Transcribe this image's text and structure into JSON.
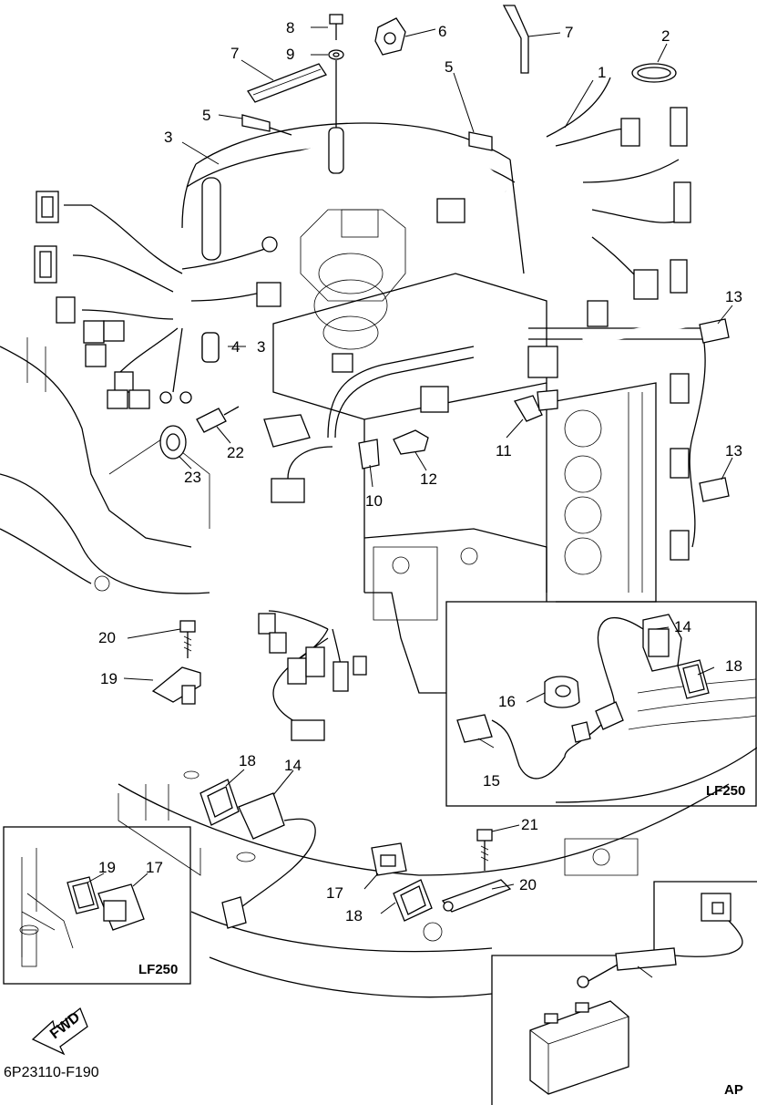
{
  "callouts": [
    {
      "id": "c1",
      "text": "1"
    },
    {
      "id": "c2",
      "text": "2"
    },
    {
      "id": "c3a",
      "text": "3"
    },
    {
      "id": "c3b",
      "text": "3"
    },
    {
      "id": "c4",
      "text": "4"
    },
    {
      "id": "c5a",
      "text": "5"
    },
    {
      "id": "c5b",
      "text": "5"
    },
    {
      "id": "c6",
      "text": "6"
    },
    {
      "id": "c7a",
      "text": "7"
    },
    {
      "id": "c7b",
      "text": "7"
    },
    {
      "id": "c8",
      "text": "8"
    },
    {
      "id": "c9",
      "text": "9"
    },
    {
      "id": "c10",
      "text": "10"
    },
    {
      "id": "c11",
      "text": "11"
    },
    {
      "id": "c12",
      "text": "12"
    },
    {
      "id": "c13a",
      "text": "13"
    },
    {
      "id": "c13b",
      "text": "13"
    },
    {
      "id": "c14a",
      "text": "14"
    },
    {
      "id": "c14b",
      "text": "14"
    },
    {
      "id": "c15",
      "text": "15"
    },
    {
      "id": "c16",
      "text": "16"
    },
    {
      "id": "c17a",
      "text": "17"
    },
    {
      "id": "c17b",
      "text": "17"
    },
    {
      "id": "c18a",
      "text": "18"
    },
    {
      "id": "c18b",
      "text": "18"
    },
    {
      "id": "c18c",
      "text": "18"
    },
    {
      "id": "c19a",
      "text": "19"
    },
    {
      "id": "c19b",
      "text": "19"
    },
    {
      "id": "c20a",
      "text": "20"
    },
    {
      "id": "c20b",
      "text": "20"
    },
    {
      "id": "c21",
      "text": "21"
    },
    {
      "id": "c22",
      "text": "22"
    },
    {
      "id": "c23",
      "text": "23"
    }
  ],
  "insets": {
    "lf250_right": "LF250",
    "lf250_left": "LF250",
    "ap": "AP"
  },
  "fwd_label": "FWD",
  "figure_code": "6P23110-F190"
}
